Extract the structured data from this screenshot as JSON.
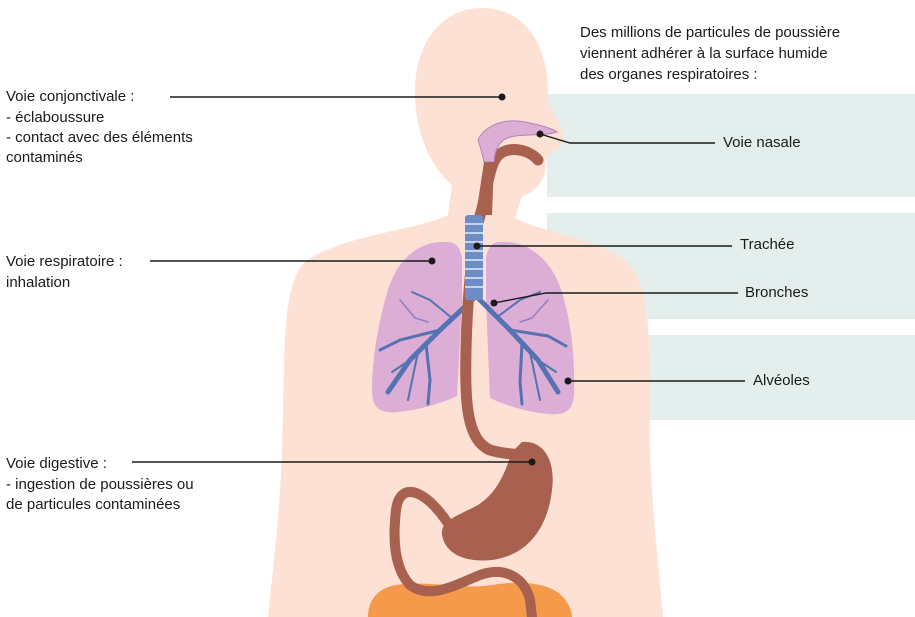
{
  "intro_text": "Des millions de particules de poussière\nviennent adhérer à la surface humide\ndes organes respiratoires :",
  "routes": {
    "conjonctivale": {
      "title": "Voie conjonctivale :",
      "items": "- éclaboussure\n- contact avec des éléments\n  contaminés"
    },
    "respiratoire": {
      "title": "Voie respiratoire :",
      "items": "inhalation"
    },
    "digestive": {
      "title": "Voie digestive :",
      "items": "- ingestion de poussières ou\n  de particules contaminées"
    }
  },
  "organs": {
    "nasal": "Voie nasale",
    "trachee": "Trachée",
    "bronches": "Bronches",
    "alveoles": "Alvéoles"
  },
  "colors": {
    "body": "#fde1d4",
    "panel": "#e4eeec",
    "lung": "#dcaed5",
    "bronchi": "#5572b3",
    "trachea_ring": "#6e8cc6",
    "digestive": "#a8604f",
    "intestine": "#f59a4a",
    "line": "#1a1a1a"
  }
}
